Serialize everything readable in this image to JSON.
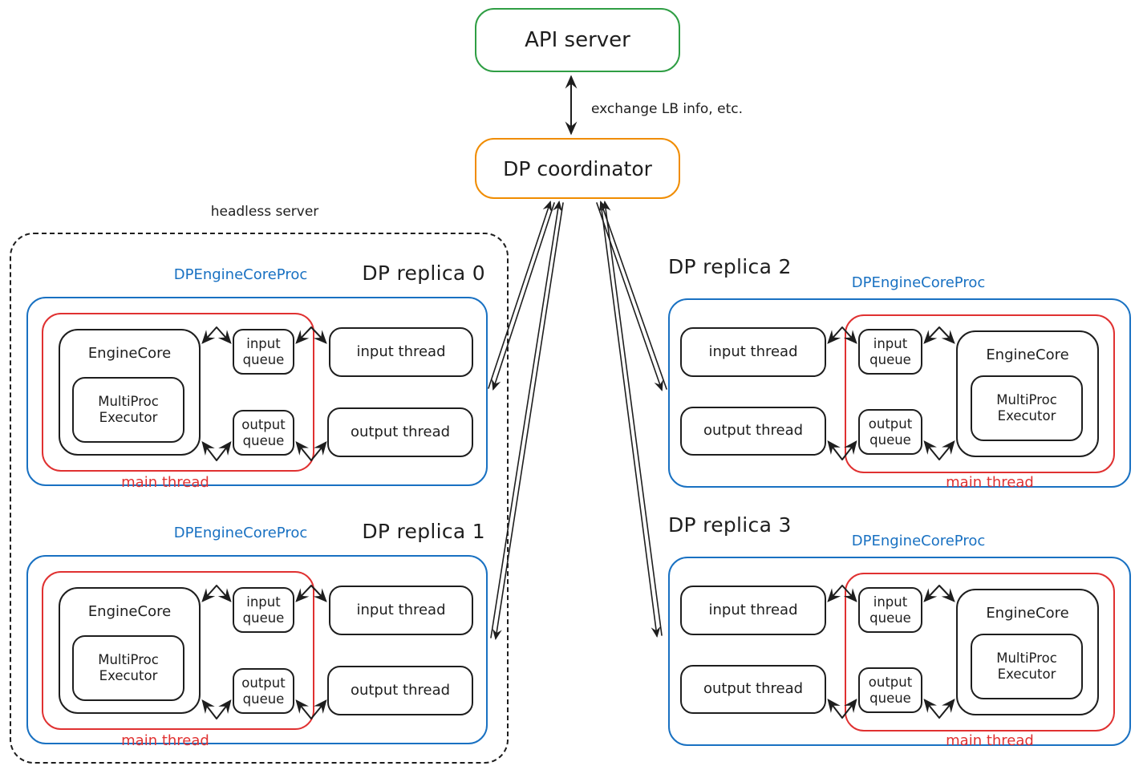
{
  "top": {
    "api_server": "API server",
    "dp_coordinator": "DP coordinator",
    "exchange_note": "exchange LB info, etc.",
    "headless_server": "headless server"
  },
  "shared_labels": {
    "proc": "DPEngineCoreProc",
    "engine_core": "EngineCore",
    "multiproc_executor": "MultiProc Executor",
    "input_queue": "input queue",
    "output_queue": "output queue",
    "input_thread": "input thread",
    "output_thread": "output thread",
    "main_thread": "main thread"
  },
  "replicas": [
    {
      "title": "DP replica 0"
    },
    {
      "title": "DP replica 1"
    },
    {
      "title": "DP replica 2"
    },
    {
      "title": "DP replica 3"
    }
  ],
  "colors": {
    "api_server_border": "#2f9e44",
    "coordinator_border": "#f08c00",
    "proc_border": "#1971c2",
    "main_thread_border": "#e03131",
    "ink": "#1e1e1e"
  }
}
